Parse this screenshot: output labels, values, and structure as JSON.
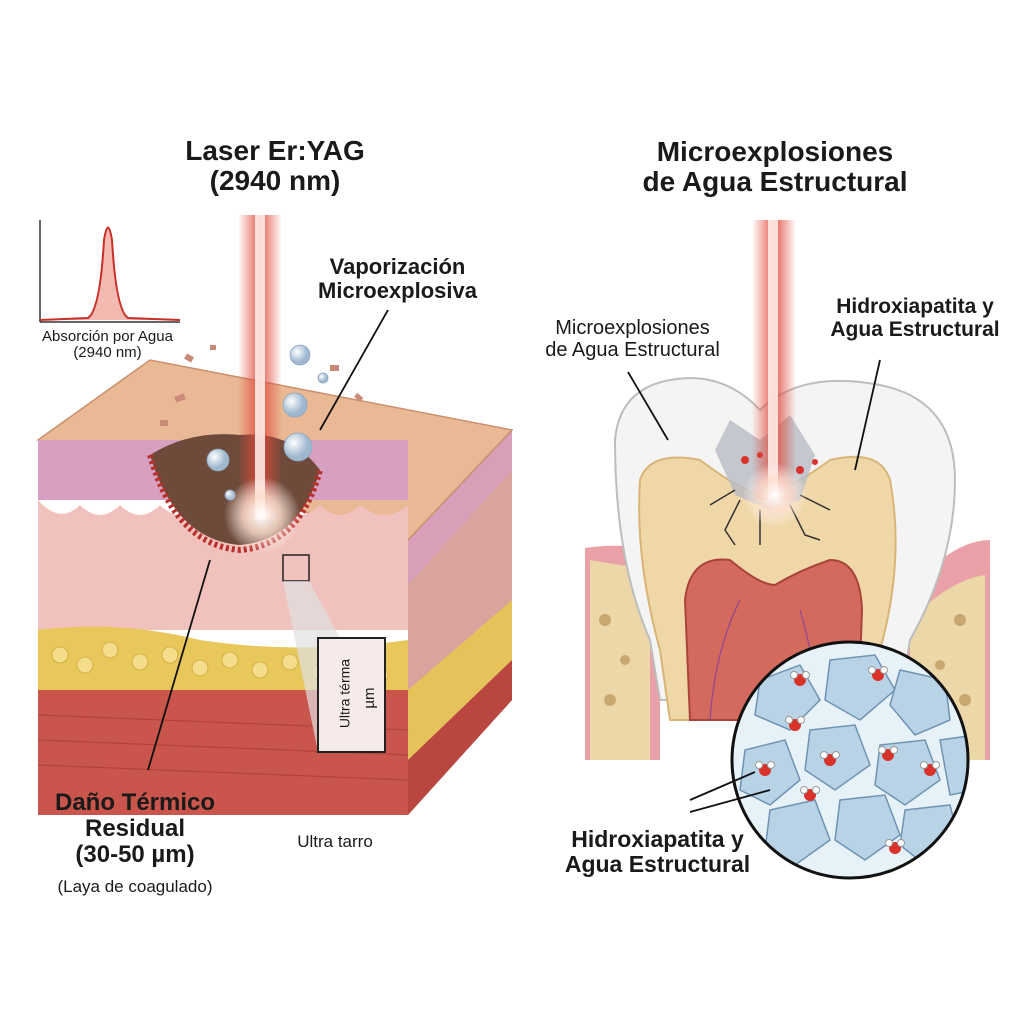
{
  "left_panel": {
    "title": [
      "Laser Er:YAG",
      "(2940 nm)"
    ],
    "absorption_label": [
      "Absorción por Agua",
      "(2940 nm)"
    ],
    "vaporization_label": [
      "Vaporización",
      "Microexplosiva"
    ],
    "thermal_damage_label": [
      "Daño Térmico",
      "Residual",
      "(30-50 µm)"
    ],
    "coagulation_note": "(Laya de coagulado)",
    "inset_label_rotated": "Ultra térma",
    "inset_unit": "µm",
    "ultra_label": "Ultra tarro"
  },
  "right_panel": {
    "title": [
      "Microexplosiones",
      "de Agua Estructural"
    ],
    "microexplosion_label": [
      "Microexplosiones",
      "de Agua Estructural"
    ],
    "hydroxyapatite_top_label": [
      "Hidroxiapatita y",
      "Agua Estructural"
    ],
    "hydroxyapatite_bottom_label": [
      "Hidroxiapatita y",
      "Agua Estructural"
    ]
  },
  "colors": {
    "laser": "#e04a3a",
    "epidermis": "#e9b894",
    "dermis": "#f1c2bd",
    "fat": "#e8c85a",
    "muscle": "#c9554c",
    "enamel": "#f2f2f2",
    "dentin": "#f0d7a8",
    "pulp": "#d46a5e",
    "crystal": "#b9d3e6",
    "water_oxygen": "#d8322a"
  }
}
